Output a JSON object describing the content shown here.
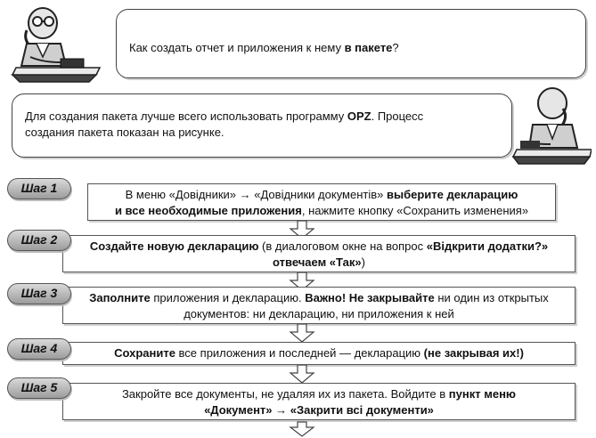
{
  "dialog": {
    "question": {
      "before": "Как создать отчет и приложения к нему ",
      "bold": "в пакете",
      "after": "?"
    },
    "answer": {
      "line1_before": "Для создания пакета лучше всего использовать программу ",
      "line1_bold": "OPZ",
      "line1_after": ". Процесс",
      "line2": "создания пакета показан на рисунке."
    }
  },
  "steps": [
    {
      "label": "Шаг 1",
      "l1a": "В меню «Довідники» → «Довідники документів» ",
      "l1b": "выберите декларацию",
      "l2a": "и все необходимые приложения",
      "l2b": ", нажмите кнопку «Сохранить изменения»"
    },
    {
      "label": "Шаг 2",
      "l1a": "Создайте новую декларацию",
      "l1b": " (в диалоговом окне на вопрос ",
      "l1c": "«Відкрити додатки?»",
      "l2a": "отвечаем «Так»",
      "l2b": ")"
    },
    {
      "label": "Шаг 3",
      "l1a": "Заполните",
      "l1b": " приложения и декларацию. ",
      "l1c": "Важно! Не закрывайте",
      "l1d": " ни один из открытых",
      "l2": "документов: ни декларацию, ни приложения к ней"
    },
    {
      "label": "Шаг 4",
      "l1a": "Сохраните",
      "l1b": " все приложения и последней — декларацию ",
      "l1c": "(не закрывая их!)"
    },
    {
      "label": "Шаг 5",
      "l1a": "Закройте все документы, не удаляя их из пакета. Войдите в ",
      "l1b": "пункт меню",
      "l2": "«Документ» → «Закрити всі документи»"
    }
  ]
}
